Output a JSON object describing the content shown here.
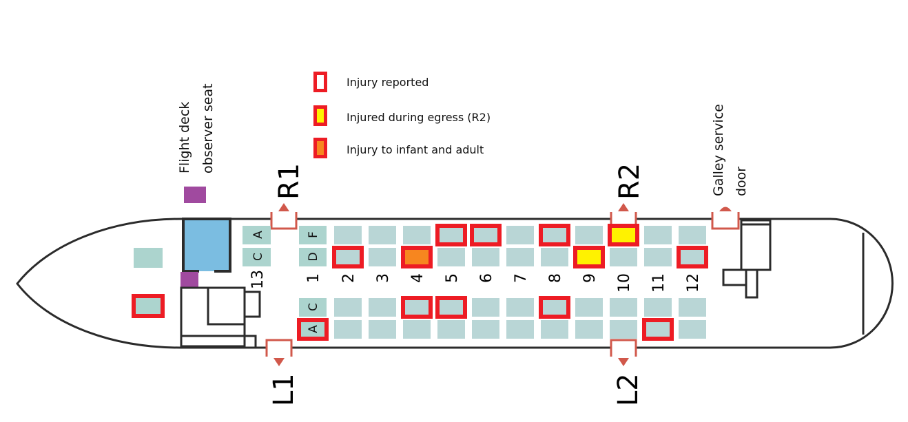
{
  "legend": {
    "items": [
      {
        "key": "reported",
        "label": "Injury reported",
        "fill": "#ffffff"
      },
      {
        "key": "egress",
        "label": "Injured during egress (R2)",
        "fill": "#fff200"
      },
      {
        "key": "infant",
        "label": "Injury to infant and adult",
        "fill": "#f7861f"
      }
    ]
  },
  "colors": {
    "seat": "#b9d6d6",
    "seat_front": "#acd4ce",
    "injury_border": "#ed1c24",
    "door": "#d1584b",
    "flight_deck": "#7bbde1",
    "observer": "#a04a9f",
    "outline": "#2b2b2b"
  },
  "labels": {
    "observer_seat_line1": "Flight deck",
    "observer_seat_line2": "observer seat",
    "galley_line1": "Galley service",
    "galley_line2": "door"
  },
  "doors": [
    {
      "id": "R1",
      "label": "R1",
      "side": "top"
    },
    {
      "id": "R2",
      "label": "R2",
      "side": "top"
    },
    {
      "id": "L1",
      "label": "L1",
      "side": "bottom"
    },
    {
      "id": "L2",
      "label": "L2",
      "side": "bottom"
    },
    {
      "id": "galley",
      "label": "",
      "side": "top"
    }
  ],
  "row_numbers": [
    "13",
    "1",
    "2",
    "3",
    "4",
    "5",
    "6",
    "7",
    "8",
    "9",
    "10",
    "11",
    "12"
  ],
  "seat_letters": {
    "row13_top": "A",
    "row13_bottom": "C",
    "row1_F": "F",
    "row1_D": "D",
    "row1_C": "C",
    "row1_A": "A"
  },
  "seats": {
    "rows": [
      "1",
      "2",
      "3",
      "4",
      "5",
      "6",
      "7",
      "8",
      "9",
      "10",
      "11",
      "12"
    ],
    "letters": [
      "F",
      "D",
      "C",
      "A"
    ],
    "injuries": [
      {
        "row": "1",
        "seat": "A",
        "type": "reported"
      },
      {
        "row": "2",
        "seat": "D",
        "type": "reported"
      },
      {
        "row": "4",
        "seat": "D",
        "type": "infant"
      },
      {
        "row": "4",
        "seat": "C",
        "type": "reported"
      },
      {
        "row": "5",
        "seat": "F",
        "type": "reported"
      },
      {
        "row": "5",
        "seat": "C",
        "type": "reported"
      },
      {
        "row": "6",
        "seat": "F",
        "type": "reported"
      },
      {
        "row": "8",
        "seat": "F",
        "type": "reported"
      },
      {
        "row": "8",
        "seat": "C",
        "type": "reported"
      },
      {
        "row": "9",
        "seat": "D",
        "type": "egress"
      },
      {
        "row": "10",
        "seat": "F",
        "type": "egress"
      },
      {
        "row": "11",
        "seat": "A",
        "type": "reported"
      },
      {
        "row": "12",
        "seat": "D",
        "type": "reported"
      }
    ]
  },
  "crew_seats": [
    {
      "id": "cockpit-seat-1",
      "injured": false
    },
    {
      "id": "cockpit-seat-2",
      "injured": true
    }
  ]
}
